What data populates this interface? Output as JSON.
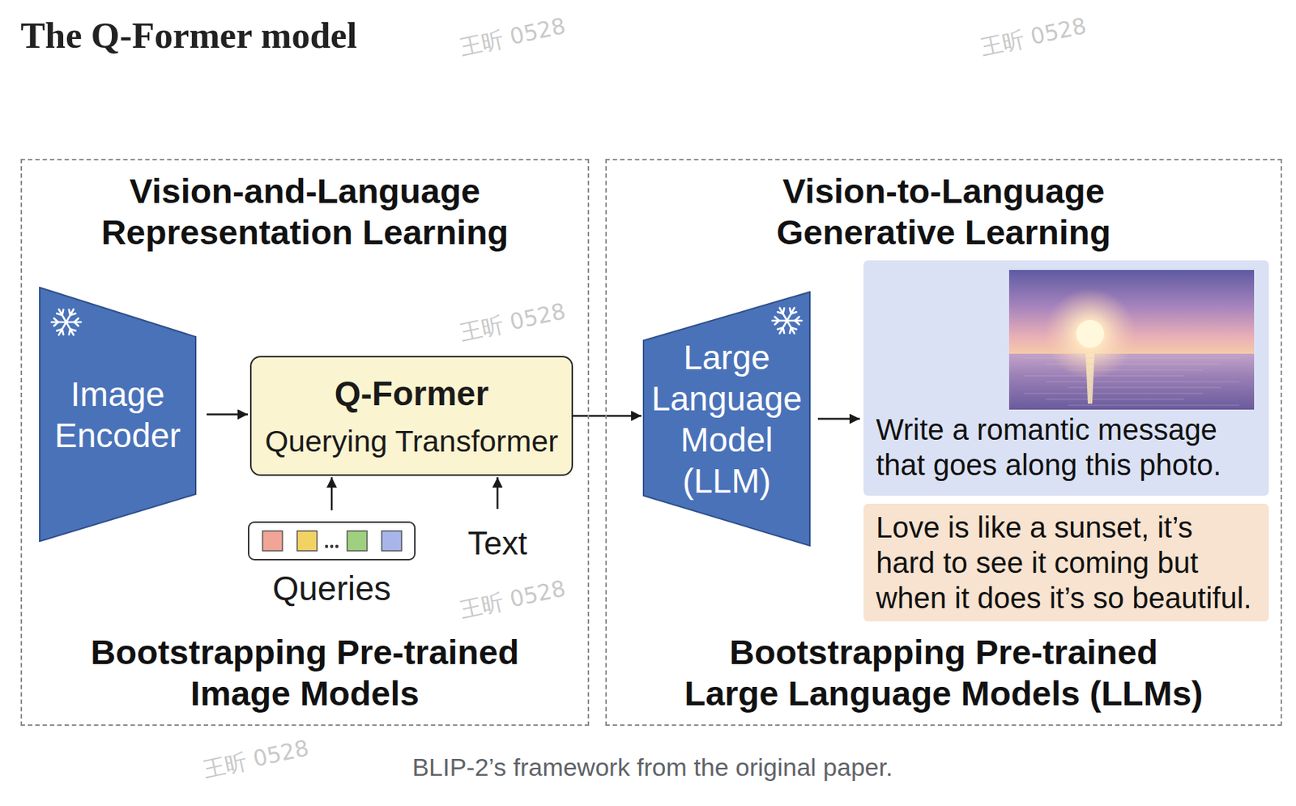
{
  "diagram": {
    "title": "The Q-Former model",
    "caption": "BLIP-2’s framework from the original paper.",
    "nodes": [
      {
        "text": [
          "Vision-and-Language Representation Learning",
          "Bootstrapping Pre-trained Image Models"
        ]
      },
      {
        "text": [
          "Image Encoder"
        ],
        "in": 0
      },
      {
        "text": [
          "Q-Former",
          "Querying Transformer"
        ],
        "in": 0
      },
      {
        "text": [
          "Queries"
        ],
        "in": 0
      },
      {
        "text": [
          "Text"
        ],
        "in": 0
      },
      {
        "text": [
          "Vision-to-Language Generative Learning",
          "Bootstrapping Pre-trained Large Language Models (LLMs)"
        ]
      },
      {
        "text": [
          "Large Language Model (LLM)"
        ],
        "in": 5
      },
      {
        "text": [
          "Write a romantic message that goes along this photo."
        ],
        "in": 5
      },
      {
        "text": [
          "Love is like a sunset, it’s hard to see it coming but when it does it’s so beautiful."
        ],
        "in": 5
      }
    ],
    "edges": [
      {
        "from": 1,
        "to": 2,
        "arrow": "to"
      },
      {
        "from": 3,
        "to": 2,
        "arrow": "to"
      },
      {
        "from": 4,
        "to": 2,
        "arrow": "to"
      },
      {
        "from": 2,
        "to": 6,
        "arrow": "to"
      },
      {
        "from": 6,
        "to": 7,
        "arrow": "to"
      }
    ],
    "labels": [
      "王昕 0528",
      "王昕 0528",
      "王昕 0528",
      "王昕 0528",
      "王昕 0528"
    ]
  }
}
